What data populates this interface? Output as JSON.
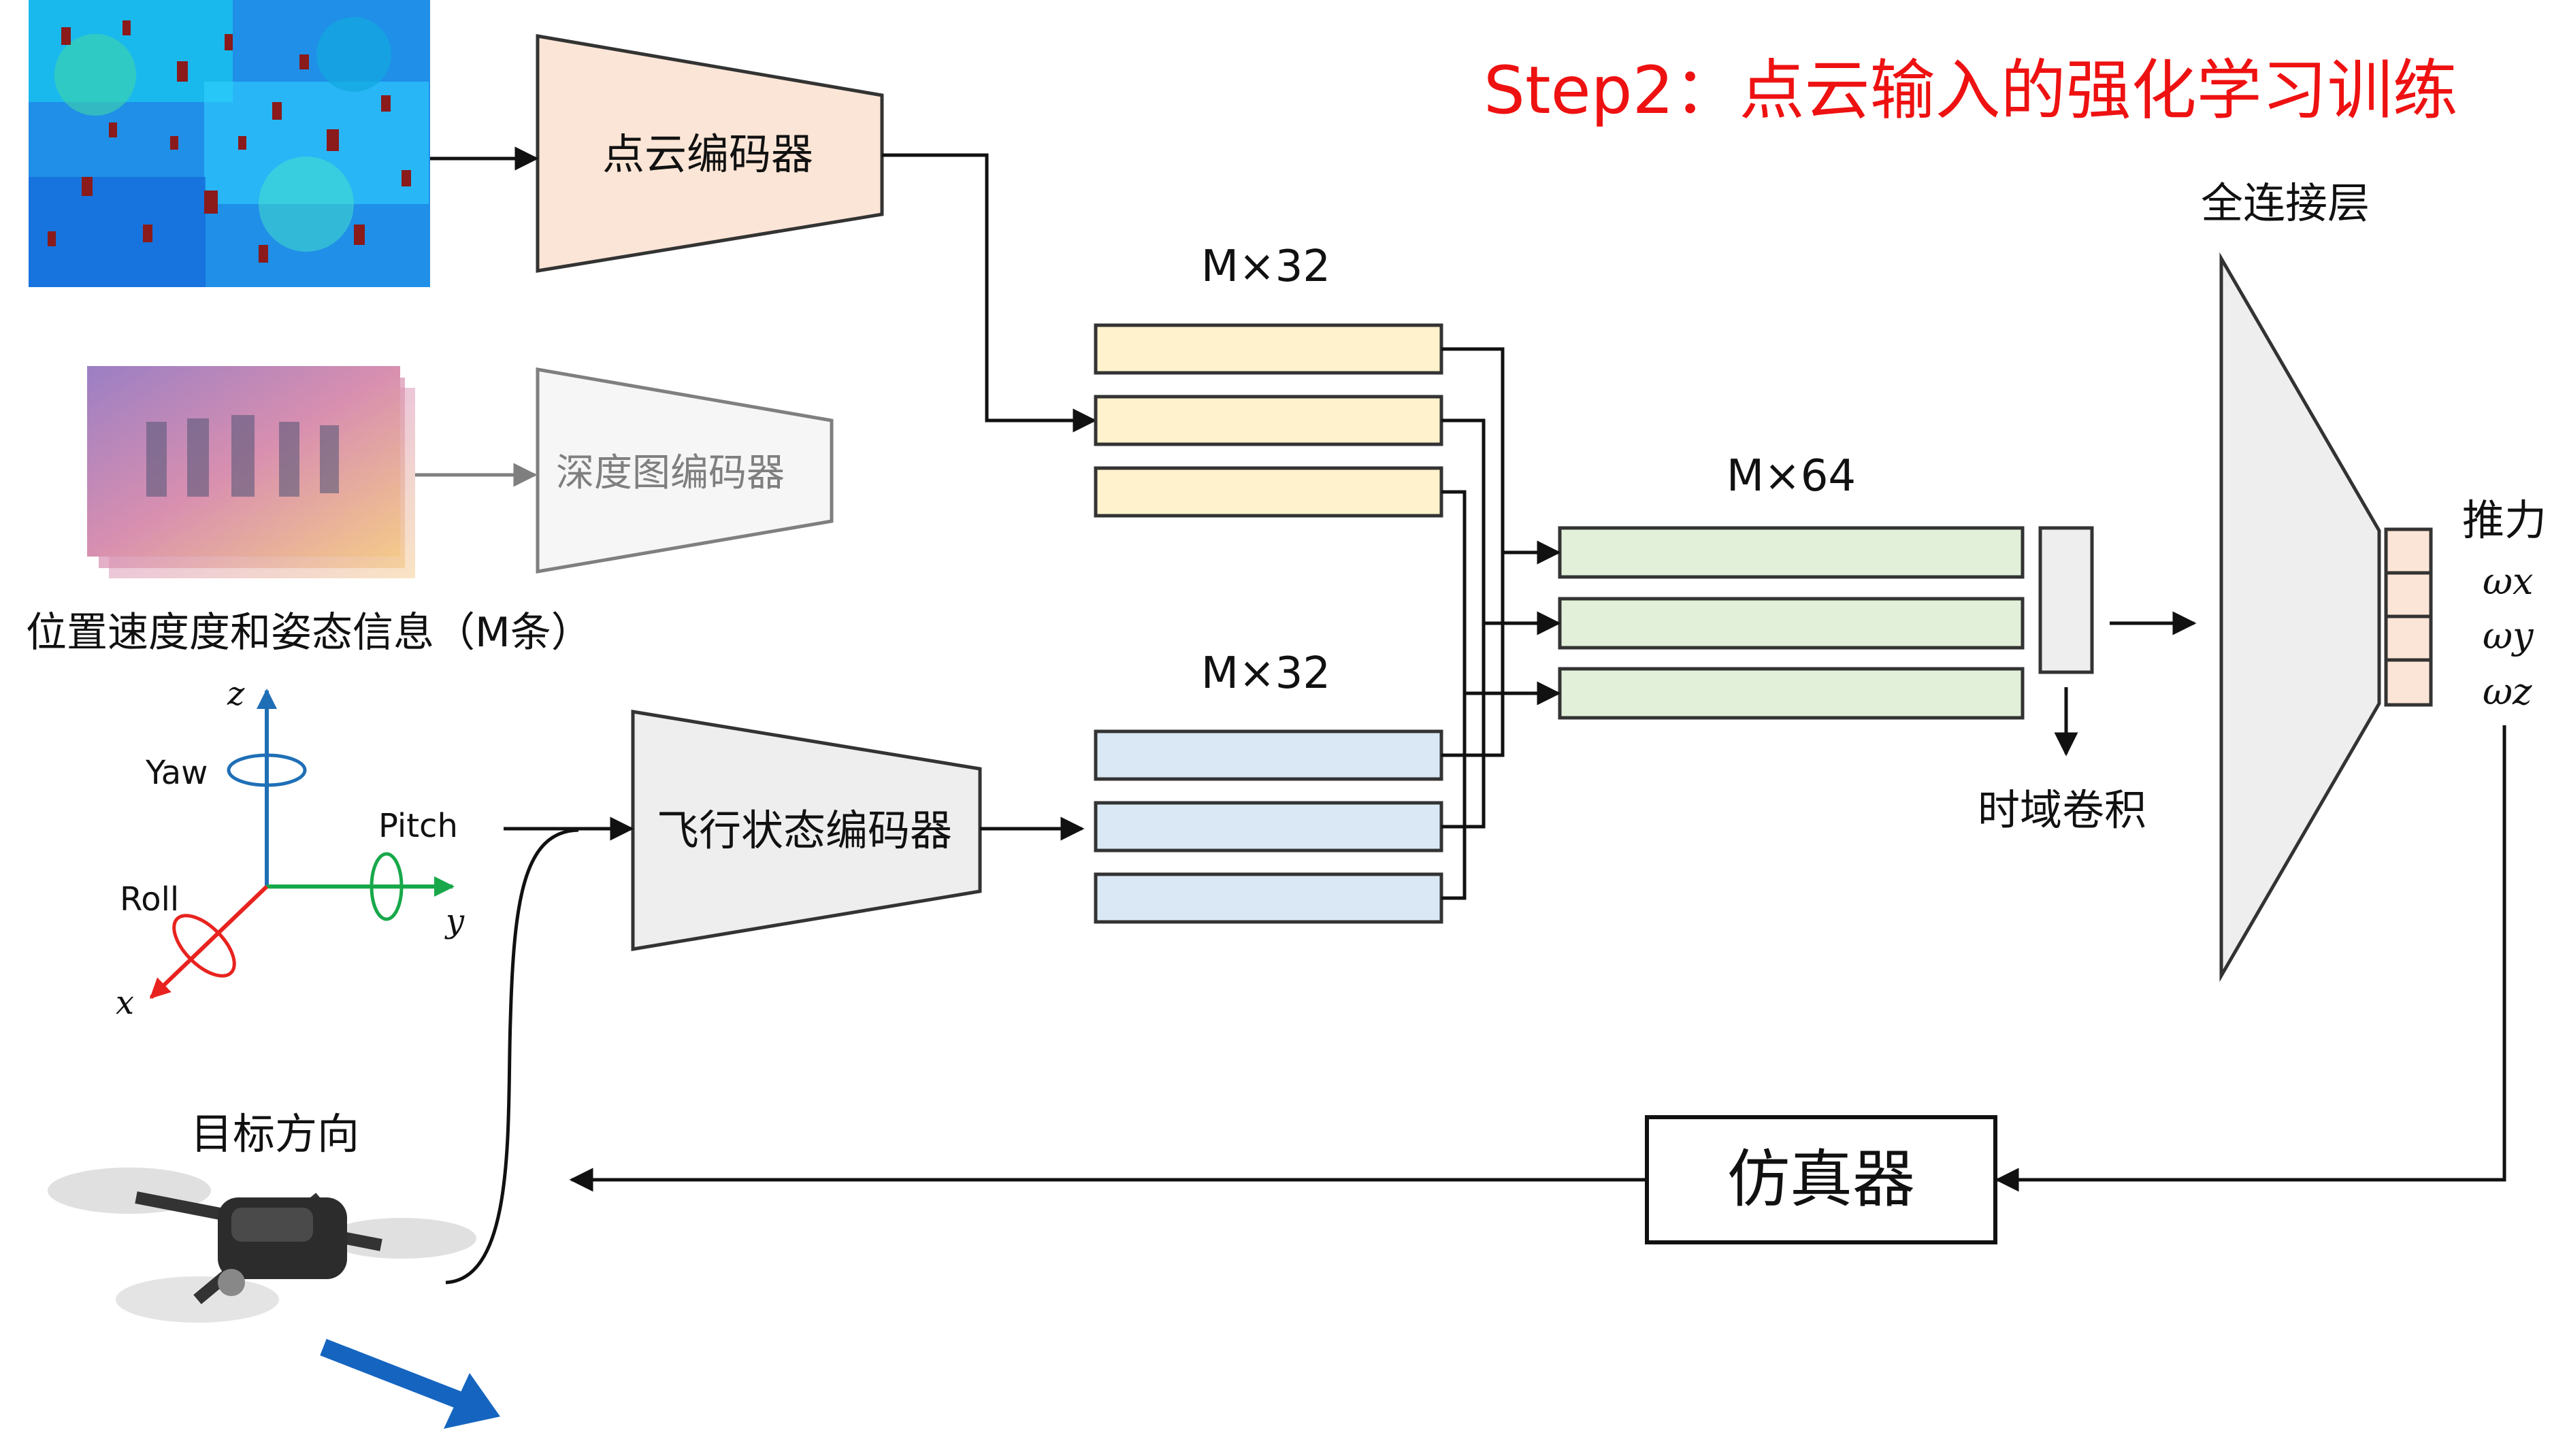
{
  "title": "Step2：点云输入的强化学习训练",
  "encoders": {
    "point_cloud": "点云编码器",
    "depth": "深度图编码器",
    "flight_state": "飞行状态编码器"
  },
  "labels": {
    "state_info": "位置速度度和姿态信息（M条）",
    "target_direction": "目标方向",
    "temporal_conv": "时域卷积",
    "fc_layer": "全连接层",
    "simulator": "仿真器",
    "feat_top": "M×32",
    "feat_bottom": "M×32",
    "feat_concat": "M×64"
  },
  "outputs": {
    "thrust": "推力",
    "wx": "ωx",
    "wy": "ωy",
    "wz": "ωz"
  },
  "axes": {
    "z": "z",
    "y": "y",
    "x": "x",
    "yaw": "Yaw",
    "pitch": "Pitch",
    "roll": "Roll"
  },
  "colors": {
    "title_red": "#ee1111",
    "pc_encoder_fill": "#fbe5d6",
    "depth_encoder_fill": "#f6f6f6",
    "flight_encoder_fill": "#eeeeee",
    "feat_orange": "#fff2cc",
    "feat_blue": "#dae8f5",
    "feat_green": "#e2f0d9",
    "output_fill": "#fbe5d6",
    "z_axis": "#1f6fb6",
    "y_axis": "#18a84a",
    "x_axis": "#e8231f",
    "target_arrow": "#1565c0"
  }
}
